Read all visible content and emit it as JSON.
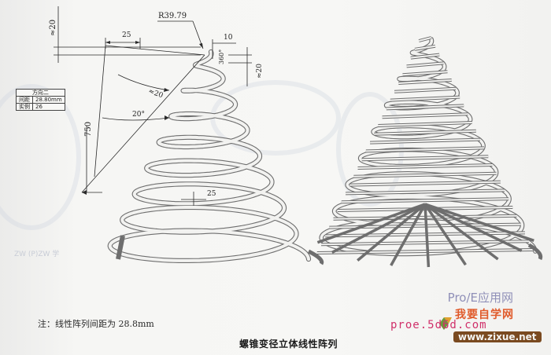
{
  "dimensions": {
    "radius": "R39.79",
    "top_left_20": "≈20",
    "top_25": "25",
    "top_10": "10",
    "angle_360": "360°",
    "right_20": "≈20",
    "mid_20": "≈20",
    "angle_20": "20°",
    "height_750": "750",
    "bottom_25": "25"
  },
  "pattern_table": {
    "header": "方向二",
    "rows": [
      {
        "label": "间距",
        "value": "28.80mm"
      },
      {
        "label": "实例",
        "value": "26"
      }
    ]
  },
  "note": "注：线性阵列间距为 28.8mm",
  "caption": "螺锥变径立体线性阵列",
  "watermark": {
    "title": "Pro/E应用网",
    "site": "我要自学网",
    "url": "proe.5d6d.com",
    "url2": "www.zixue.net",
    "faded": "ZW (P)ZW 学"
  },
  "colors": {
    "line": "#2a2a2a",
    "tube_fill": "#f2f2f0",
    "tube_edge": "#6e6e6e",
    "watermark_blue": "#9090b8",
    "watermark_orange": "#e05a2a",
    "watermark_pink": "#d0306a"
  }
}
